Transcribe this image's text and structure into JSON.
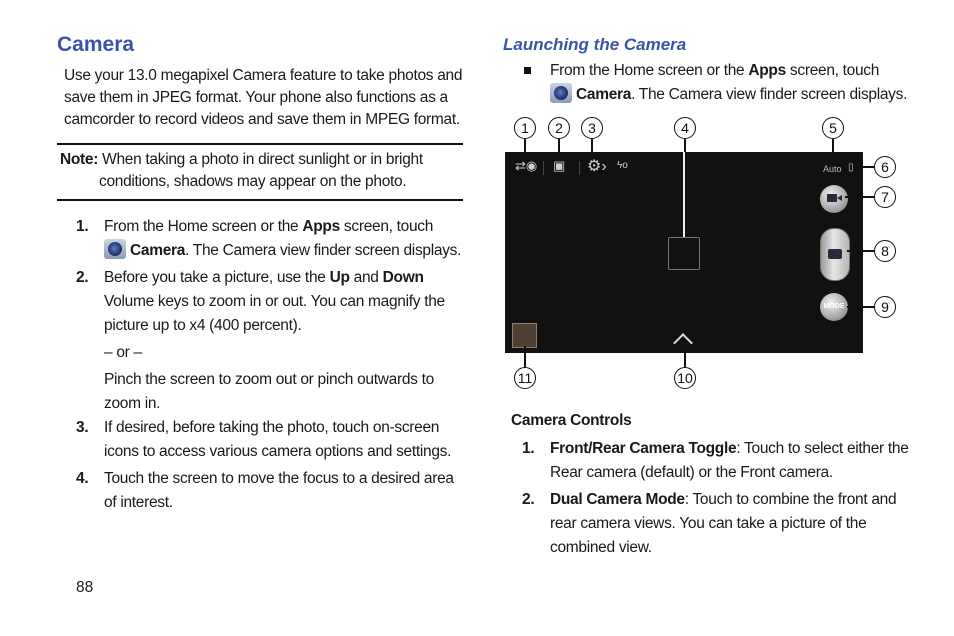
{
  "left_column": {
    "title": "Camera",
    "intro": "Use your 13.0 megapixel Camera feature to take photos and save them in JPEG format. Your phone also functions as a camcorder to record videos and save them in MPEG format.",
    "note": {
      "label": "Note:",
      "line1": "When taking a photo in direct sunlight or in bright",
      "line2": "conditions, shadows may appear on the photo."
    },
    "steps": [
      {
        "num": "1.",
        "pre": "From the Home screen or the ",
        "bold1": "Apps",
        "mid": " screen, touch",
        "icon": "camera-app-icon",
        "bold2": "Camera",
        "post": ". The Camera view finder screen displays."
      },
      {
        "num": "2.",
        "pre": "Before you take a picture, use the ",
        "bold1": "Up",
        "mid": " and ",
        "bold2": "Down",
        "post": " Volume keys to zoom in or out. You can magnify the picture up to x4 (400 percent).",
        "or": "– or –",
        "alt": "Pinch the screen to zoom out or pinch outwards to zoom in."
      },
      {
        "num": "3.",
        "text": "If desired, before taking the photo, touch on-screen icons to access various camera options and settings."
      },
      {
        "num": "4.",
        "text": "Touch the screen to move the focus to a desired area of interest."
      }
    ]
  },
  "right_column": {
    "title": "Launching the Camera",
    "bullet": {
      "pre": "From the Home screen or the ",
      "bold1": "Apps",
      "mid": " screen, touch",
      "icon": "camera-app-icon",
      "bold2": "Camera",
      "post": ". The Camera view finder screen displays."
    },
    "screen": {
      "auto_label": "Auto",
      "mode_label": "MODE",
      "callouts": [
        "1",
        "2",
        "3",
        "4",
        "5",
        "6",
        "7",
        "8",
        "9",
        "10",
        "11"
      ]
    },
    "controls_heading": "Camera Controls",
    "controls": [
      {
        "num": "1.",
        "name": "Front/Rear Camera Toggle",
        "desc": ": Touch to select either the Rear camera (default) or the Front camera."
      },
      {
        "num": "2.",
        "name": "Dual Camera Mode",
        "desc": ": Touch to combine the front and rear camera views. You can take a picture of the combined view."
      }
    ]
  },
  "footer": {
    "page_number": "88"
  },
  "colors": {
    "heading_blue": "#3a55a8",
    "screen_bg": "#121110"
  }
}
